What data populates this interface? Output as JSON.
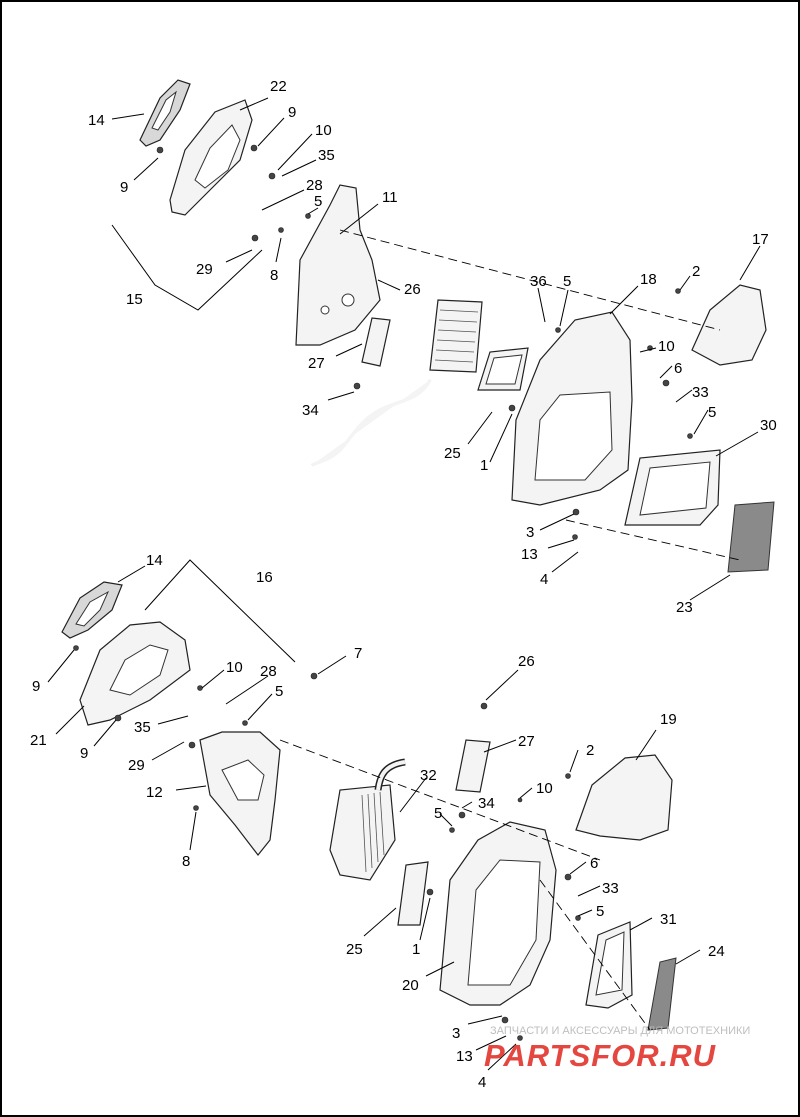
{
  "diagram": {
    "callouts": {
      "n1": "1",
      "n2": "2",
      "n3": "3",
      "n4": "4",
      "n5": "5",
      "n6": "6",
      "n7": "7",
      "n8": "8",
      "n9": "9",
      "n10": "10",
      "n11": "11",
      "n12": "12",
      "n13": "13",
      "n14": "14",
      "n15": "15",
      "n16": "16",
      "n17": "17",
      "n18": "18",
      "n19": "19",
      "n20": "20",
      "n21": "21",
      "n22": "22",
      "n23": "23",
      "n24": "24",
      "n25": "25",
      "n26": "26",
      "n27": "27",
      "n28": "28",
      "n29": "29",
      "n30": "30",
      "n31": "31",
      "n32": "32",
      "n33": "33",
      "n34": "34",
      "n35": "35",
      "n36": "36"
    }
  },
  "watermark": {
    "tagline": "ЗАПЧАСТИ И АКСЕССУАРЫ ДЛЯ МОТОТЕХНИКИ",
    "brand": "PARTSFOR.RU",
    "brand_color": "#e0342c"
  }
}
